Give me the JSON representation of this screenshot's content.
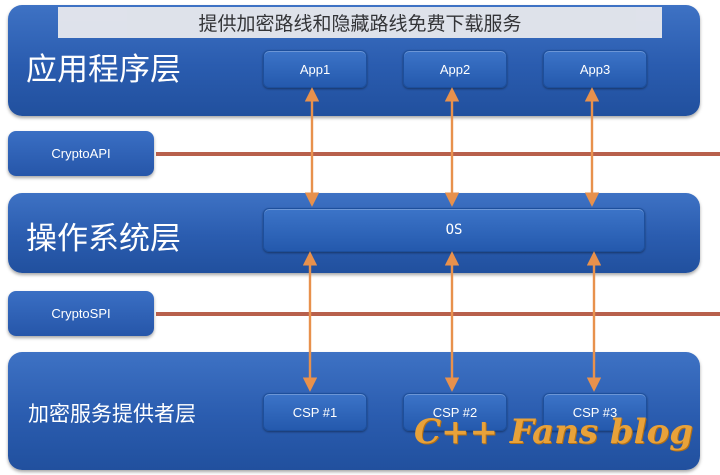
{
  "banner": {
    "text": "提供加密路线和隐藏路线免费下载服务"
  },
  "layers": {
    "app": {
      "label": "应用程序层",
      "items": [
        "App1",
        "App2",
        "App3"
      ]
    },
    "cryptoapi": {
      "label": "CryptoAPI"
    },
    "os": {
      "label": "操作系统层",
      "box": "OS"
    },
    "cryptospi": {
      "label": "CryptoSPI"
    },
    "csp": {
      "label": "加密服务提供者层",
      "items": [
        "CSP #1",
        "CSP #2",
        "CSP #3"
      ]
    }
  },
  "watermark": {
    "text": "C++ Fans blog"
  },
  "colors": {
    "layer_blue": "#2a5caf",
    "line_red": "#b8604c",
    "arrow_orange": "#e8914c"
  }
}
